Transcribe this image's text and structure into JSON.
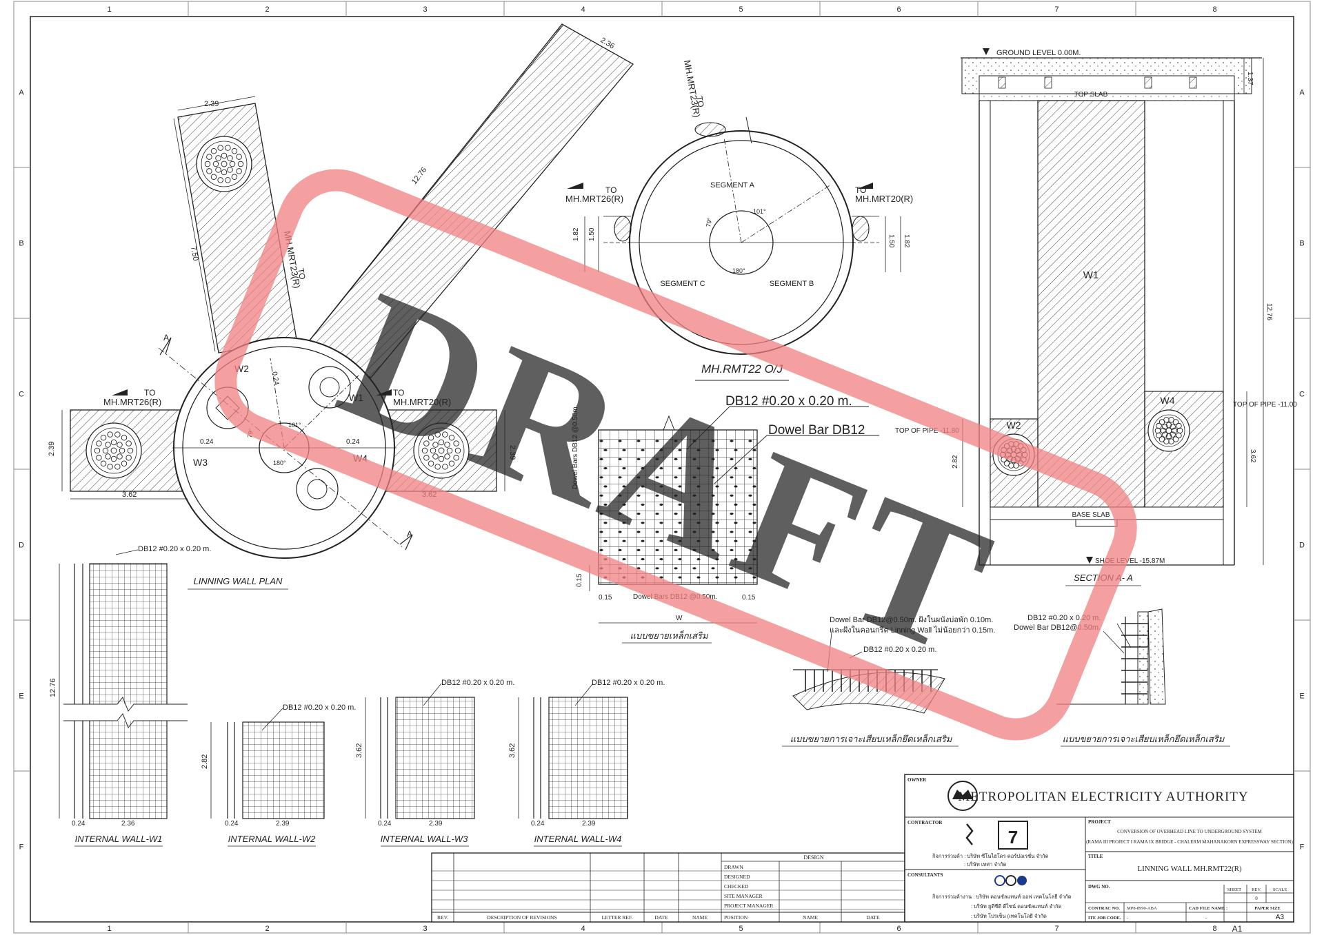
{
  "sheet": {
    "grid_cols": [
      "1",
      "2",
      "3",
      "4",
      "5",
      "6",
      "7",
      "8"
    ],
    "grid_rows": [
      "A",
      "B",
      "C",
      "D",
      "E",
      "F"
    ]
  },
  "watermark": "DRAFT",
  "plan": {
    "title": "LINNING WALL PLAN",
    "to_mrt26": [
      "TO",
      "MH.MRT26(R)"
    ],
    "to_mrt20": [
      "TO",
      "MH.MRT20(R)"
    ],
    "to_mrt23": "MH.MRT23(R)",
    "to_mrt23_to": "TO",
    "walls": [
      "W1",
      "W2",
      "W3",
      "W4"
    ],
    "dims": {
      "d239_top": "2.39",
      "d236": "2.36",
      "d1276": "12.76",
      "d750": "7.50",
      "d024a": "0.24",
      "d024b": "0.24",
      "d024c": "0.24",
      "d239_left": "2.39",
      "d362_left": "3.62",
      "d362_right": "3.62",
      "d239_right": "2.39",
      "a101": "101°",
      "a79": "79°",
      "a180": "180°"
    },
    "section_mark": "A"
  },
  "oj": {
    "title": "MH.RMT22 O/J",
    "to_mrt23": "MH.MRT23(R)",
    "to_mrt23_to": "TO",
    "to_mrt26": [
      "TO",
      "MH.MRT26(R)"
    ],
    "to_mrt20": [
      "TO",
      "MH.MRT20(R)"
    ],
    "seg_a": "SEGMENT A",
    "seg_b": "SEGMENT B",
    "seg_c": "SEGMENT C",
    "dims": {
      "d182l": "1.82",
      "d150l": "1.50",
      "d150r": "1.50",
      "d182r": "1.82",
      "a101": "101°",
      "a79": "79°",
      "a180": "180°"
    }
  },
  "section": {
    "title": "SECTION  A- A",
    "ground": "GROUND LEVEL 0.00M.",
    "top_slab": "TOP SLAB",
    "base_slab": "BASE SLAB",
    "shoe": "SHOE LEVEL -15.87M",
    "top_pipe_l": "TOP OF PIPE -11.80",
    "top_pipe_r": "TOP OF PIPE -11.00",
    "w1": "W1",
    "w2": "W2",
    "w4": "W4",
    "d137": "1.37",
    "d1276": "12.76",
    "d282": "2.82",
    "d362": "3.62"
  },
  "detail": {
    "label1": "DB12 #0.20 x 0.20 m.",
    "label2": "Dowel Bar DB12",
    "vert_label": "Dowel Bars DB12 @0.50m.",
    "horiz_label": "Dowel Bars DB12 @0.50m.",
    "d015a": "0.15",
    "d015b": "0.15",
    "d015c": "0.15",
    "w": "W",
    "title": "แบบขยายเหล็กเสริม"
  },
  "floor_detail": {
    "note1": "Dowel Bar DB12@0.50m. ฝังในผนังบ่อพัก 0.10m.",
    "note2": "และฝังในคอนกรีต Linning Wall ไม่น้อยกว่า 0.15m.",
    "label": "DB12 #0.20 x 0.20 m.",
    "title": "แบบขยายการเจาะเสียบเหล็กยึดเหล็กเสริม"
  },
  "wall_detail": {
    "label1": "DB12 #0.20 x 0.20 m.",
    "label2": "Dowel Bar DB12@0.50m.",
    "title": "แบบขยายการเจาะเสียบเหล็กยึดเหล็กเสริม"
  },
  "internal_walls": [
    {
      "title": "INTERNAL WALL-W1",
      "mesh": "DB12 #0.20 x 0.20 m.",
      "h": "12.76",
      "t": "0.24",
      "w": "2.36"
    },
    {
      "title": "INTERNAL WALL-W2",
      "mesh": "DB12 #0.20 x 0.20 m.",
      "h": "2.82",
      "t": "0.24",
      "w": "2.39"
    },
    {
      "title": "INTERNAL WALL-W3",
      "mesh": "DB12 #0.20 x 0.20 m.",
      "h": "3.62",
      "t": "0.24",
      "w": "2.39"
    },
    {
      "title": "INTERNAL WALL-W4",
      "mesh": "DB12 #0.20 x 0.20 m.",
      "h": "3.62",
      "t": "0.24",
      "w": "2.39"
    }
  ],
  "revision_table": {
    "design": "DESIGN",
    "rows": [
      "DRAWN",
      "DESIGNED",
      "CHECKED",
      "SITE MANAGER",
      "PROJECT MANAGER",
      "POSITION"
    ],
    "footer": [
      "REV.",
      "DESCRIPTION  OF REVISIONS",
      "LETTER REF.",
      "DATE",
      "NAME",
      "NAME",
      "DATE"
    ]
  },
  "title_block": {
    "owner_label": "OWNER",
    "owner": "METROPOLITAN ELECTRICITY AUTHORITY",
    "contractor_label": "CONTRACTOR",
    "contractor_1": "กิจการร่วมค้า  : บริษัท ซีโนไฮโดร คอร์ปอเรชั่น จำกัด",
    "contractor_2": ": บริษัท เทศา จำกัด",
    "consultants_label": "CONSULTANTS",
    "consultant_1": "กิจการร่วมค้างาน : บริษัท คอนซัลแทนท์ ออฟ เทคโนโลยี จำกัด",
    "consultant_2": ": บริษัท ยูดีซีดี ดีไซน์ คอนซัลแทนท์ จำกัด",
    "consultant_3": ": บริษัท โปรเซ็น (เทคโนโลยี จำกัด",
    "project_label": "PROJECT",
    "project_1": "CONVERSION OF OVERHEAD LINE TO UNDERGROUND SYSTEM",
    "project_2": "(RAMA III PROJECT I RAMA IX BRIDGE - CHALERM MAHANAKORN EXPRESSWAY SECTION)",
    "title_label": "TITLE",
    "title": "LINNING  WALL  MH.RMT22(R)",
    "dwg_no": "DWG NO.",
    "sheet": "SHEET",
    "rev": "REV.",
    "rev_val": "0",
    "scale": "SCALE",
    "contrac_no": "CONTRAC NO.",
    "contrac_val": "MP8-8990-ABA",
    "cad": "CAD FILE NAME :",
    "cad_val": "-",
    "paper": "PAPER SIZE",
    "paper_val": "A3",
    "job": "ITE JOB CODE.",
    "job_val": "-",
    "sheet_ref": "A1"
  }
}
